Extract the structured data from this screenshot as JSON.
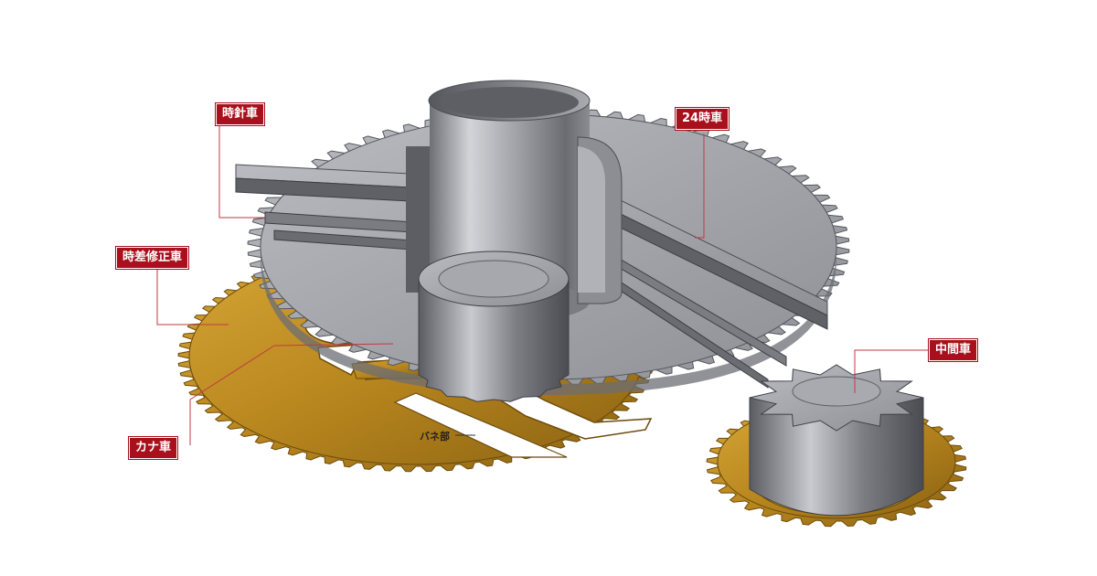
{
  "labels": {
    "hour_wheel": "時針車",
    "twentyfour_hour_wheel": "24時車",
    "time_difference_wheel": "時差修正車",
    "intermediate_wheel": "中間車",
    "pinion_wheel": "カナ車",
    "spring_part": "バネ部"
  },
  "colors": {
    "callout_bg": "#a8101c",
    "callout_text": "#ffffff",
    "gold": "#b8861e",
    "steel": "#9a9ca2"
  }
}
